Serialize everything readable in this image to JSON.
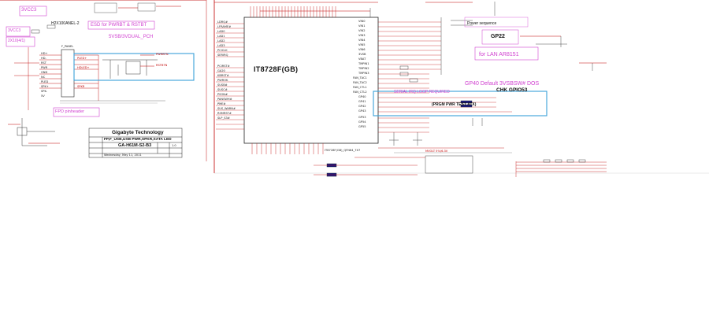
{
  "left_sheet": {
    "power_label_top": "3VCC3",
    "esd_note": "ESD for PWRBT & RSTBT",
    "panel_title": "H2X100ANEL-2",
    "aux_label": "3VCC3",
    "fpanel_label": "2X10(4/1)",
    "dual_box_label": "5VSB/3VDUAL_PCH",
    "pinheader_label": "F_PANEL",
    "fp_note": "FPD pinheader",
    "signals_right": [
      "PWRBTN",
      "RSTBTN",
      "PLED+",
      "HDLED+",
      "SPKR"
    ],
    "pins_left": [
      "HD+",
      "HD-",
      "RST",
      "PWR",
      "GND",
      "NC",
      "PLED",
      "SPK+",
      "SPK-",
      "5V"
    ],
    "title_block": {
      "company": "Gigabyte Technology",
      "title": "FP,F_USB,USB PWR,SPKR,SATA LED",
      "board": "GA-H61M-S2-B3",
      "rev": "1.0",
      "date": "Wednesday, May 11, 2011"
    }
  },
  "right_sheet": {
    "chip_name": "IT8728F(GB)",
    "gpio_note": "GP40 Default 3VSBSW# DOS",
    "chk_note": "CHK GPIO53",
    "gp22_label": "GP22",
    "lan_note": "for LAN AR8151",
    "prgm_note": "(PRGM PWR TEST ATX)",
    "serial_note": "SERIAL IRQ LOOP REQUIRED",
    "power_seq_note": "Power sequence",
    "pin_labels_left": [
      "LDRQ#",
      "LFRAME#",
      "LAD0",
      "LAD1",
      "LAD2",
      "LAD3",
      "PCICLK",
      "SERIRQ",
      "PCIRST#",
      "GA20",
      "KBRST#",
      "PWROK",
      "SUSB#",
      "SUSC#",
      "PSON#",
      "PANSWH#",
      "PME#",
      "SUS_WARN#",
      "RSMRST#",
      "SLP_S3#"
    ],
    "pin_labels_right": [
      "VIN0",
      "VIN1",
      "VIN2",
      "VIN3",
      "VIN4",
      "VIN5",
      "VIN6",
      "3VSB",
      "VBAT",
      "TMPIN1",
      "TMPIN2",
      "TMPIN3",
      "FAN_TAC1",
      "FAN_TAC2",
      "FAN_CTL1",
      "FAN_CTL2",
      "GP40",
      "GP41",
      "GP42",
      "GP43",
      "GP53",
      "GP54",
      "GP55"
    ],
    "bottom_note": "IT8728F(GB)_QFN64_7X7",
    "cap_note": "MVOLT 5%/6.3V"
  },
  "highlight_color": "#3aa0d8",
  "ink_color": "#c00000",
  "magenta_color": "#d040d0"
}
